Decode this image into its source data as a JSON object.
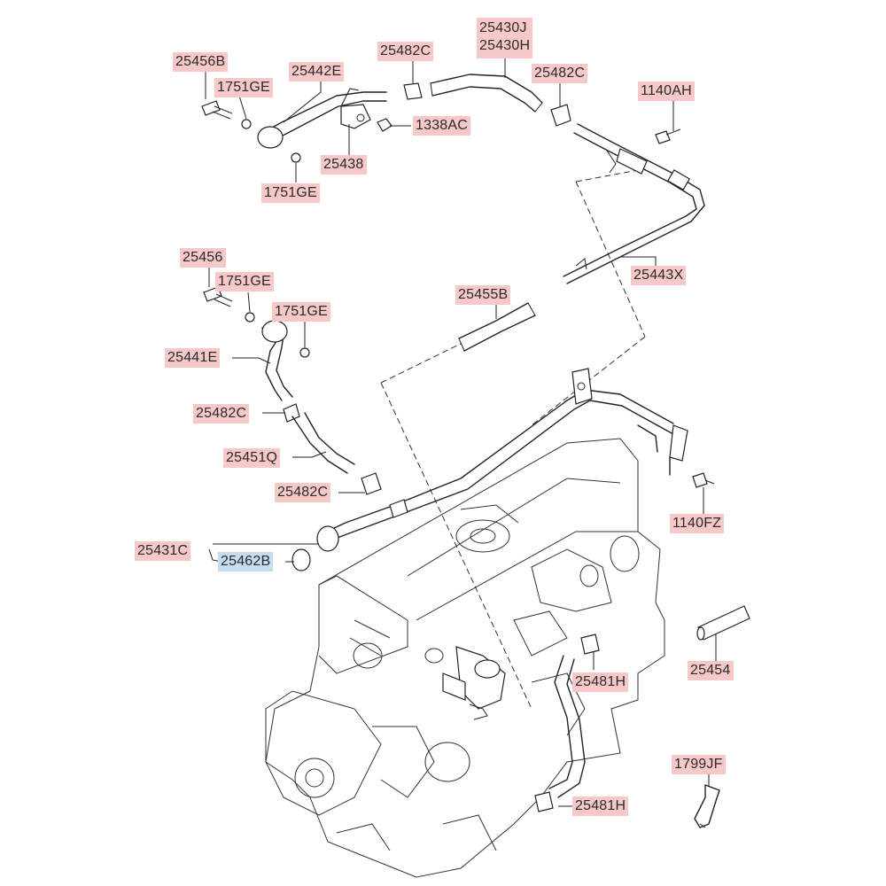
{
  "labels": {
    "p25456B": "25456B",
    "p1751GE_a": "1751GE",
    "p25442E": "25442E",
    "p25482C_a": "25482C",
    "p25430J": "25430J",
    "p25430H": "25430H",
    "p25482C_b": "25482C",
    "p1140AH": "1140AH",
    "p1338AC": "1338AC",
    "p25438": "25438",
    "p1751GE_b": "1751GE",
    "p25456": "25456",
    "p1751GE_c": "1751GE",
    "p1751GE_d": "1751GE",
    "p25443X": "25443X",
    "p25455B": "25455B",
    "p25441E": "25441E",
    "p25482C_c": "25482C",
    "p25451Q": "25451Q",
    "p25482C_d": "25482C",
    "p1140FZ": "1140FZ",
    "p25431C": "25431C",
    "p25462B": "25462B",
    "p25454": "25454",
    "p25481H_a": "25481H",
    "p1799JF": "1799JF",
    "p25481H_b": "25481H"
  },
  "highlight_color": "#c6dcef",
  "label_color": "#f6c8c8"
}
